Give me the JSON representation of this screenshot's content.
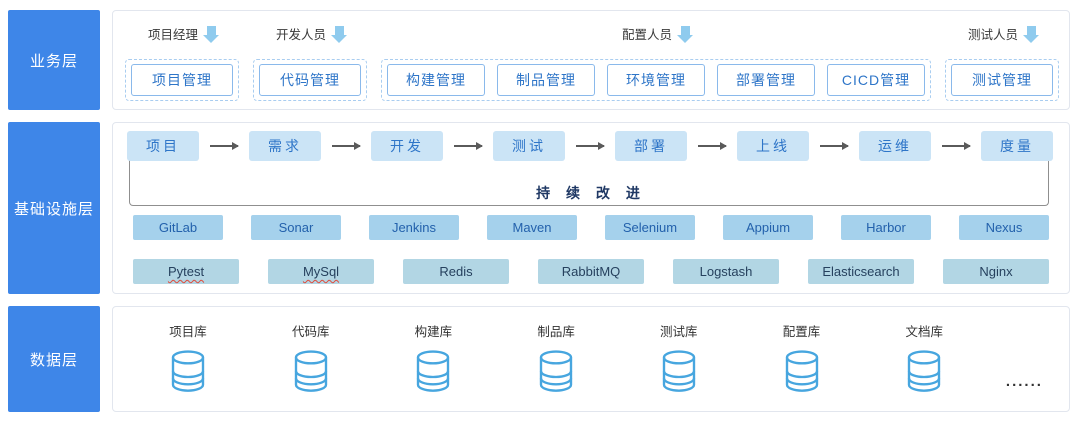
{
  "business": {
    "label": "业务层",
    "groups": [
      {
        "role": "项目经理",
        "items": [
          "项目管理"
        ]
      },
      {
        "role": "开发人员",
        "items": [
          "代码管理"
        ]
      },
      {
        "role": "配置人员",
        "items": [
          "构建管理",
          "制品管理",
          "环境管理",
          "部署管理",
          "CICD管理"
        ]
      },
      {
        "role": "测试人员",
        "items": [
          "测试管理"
        ]
      }
    ]
  },
  "infrastructure": {
    "label": "基础设施层",
    "flow": [
      "项目",
      "需求",
      "开发",
      "测试",
      "部署",
      "上线",
      "运维",
      "度量"
    ],
    "loop_label": "持 续 改 进",
    "tools_row1": [
      "GitLab",
      "Sonar",
      "Jenkins",
      "Maven",
      "Selenium",
      "Appium",
      "Harbor",
      "Nexus"
    ],
    "tools_row2": [
      "Pytest",
      "MySql",
      "Redis",
      "RabbitMQ",
      "Logstash",
      "Elasticsearch",
      "Nginx"
    ]
  },
  "data_layer": {
    "label": "数据层",
    "stores": [
      "项目库",
      "代码库",
      "构建库",
      "制品库",
      "测试库",
      "配置库",
      "文档库"
    ],
    "ellipsis": "......"
  },
  "colors": {
    "layer_label_bg": "#3E86E8",
    "flow_box_bg": "#CBE4F6",
    "tool_row1_bg": "#A5D1EC",
    "tool_row2_bg": "#B2D6E4",
    "accent_text": "#2E75C8",
    "down_arrow_blue": "#8FCBEE",
    "db_icon_stroke": "#47A6DF"
  }
}
